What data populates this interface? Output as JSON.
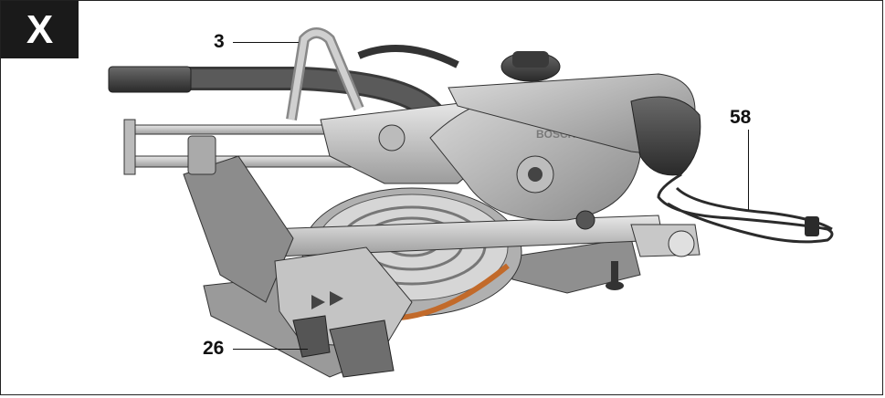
{
  "figure": {
    "label": "X"
  },
  "callouts": [
    {
      "id": "handle",
      "number": "3"
    },
    {
      "id": "power-cord",
      "number": "58"
    },
    {
      "id": "extension",
      "number": "26"
    }
  ],
  "product": {
    "brand": "BOSCH"
  }
}
